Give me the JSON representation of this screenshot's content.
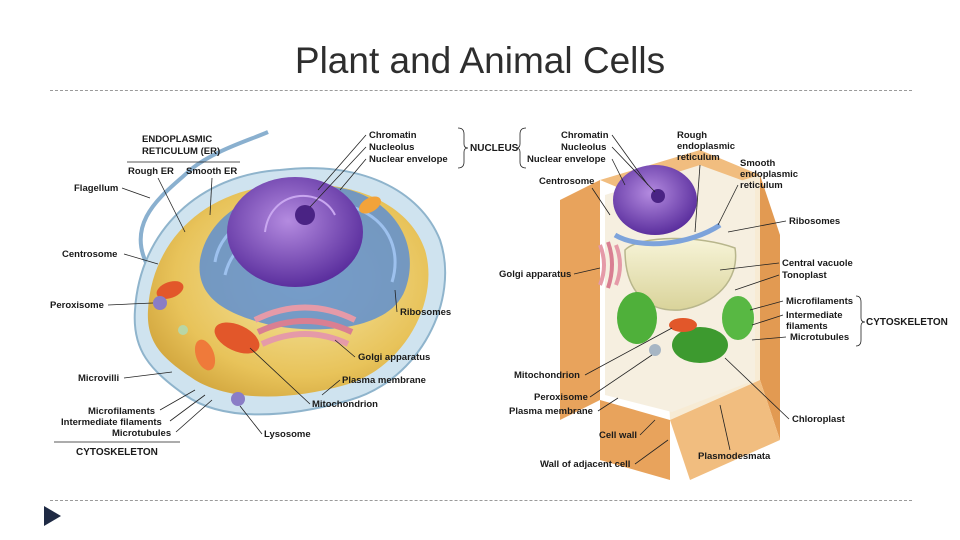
{
  "title": "Plant and Animal Cells",
  "animal": {
    "er_title_1": "ENDOPLASMIC",
    "er_title_2": "RETICULUM (ER)",
    "rough_er": "Rough ER",
    "smooth_er": "Smooth ER",
    "flagellum": "Flagellum",
    "centrosome": "Centrosome",
    "peroxisome": "Peroxisome",
    "microvilli": "Microvilli",
    "microfilaments": "Microfilaments",
    "intermediate_filaments": "Intermediate filaments",
    "microtubules": "Microtubules",
    "cytoskeleton": "CYTOSKELETON",
    "chromatin": "Chromatin",
    "nucleolus": "Nucleolus",
    "nuclear_envelope": "Nuclear envelope",
    "nucleus": "NUCLEUS",
    "ribosomes": "Ribosomes",
    "golgi": "Golgi apparatus",
    "plasma_membrane": "Plasma membrane",
    "mitochondrion": "Mitochondrion",
    "lysosome": "Lysosome"
  },
  "plant": {
    "chromatin": "Chromatin",
    "nucleolus": "Nucleolus",
    "nuclear_envelope": "Nuclear envelope",
    "rough_er_1": "Rough",
    "rough_er_2": "endoplasmic",
    "rough_er_3": "reticulum",
    "smooth_er_1": "Smooth",
    "smooth_er_2": "endoplasmic",
    "smooth_er_3": "reticulum",
    "centrosome": "Centrosome",
    "ribosomes": "Ribosomes",
    "golgi": "Golgi apparatus",
    "central_vacuole": "Central vacuole",
    "tonoplast": "Tonoplast",
    "microfilaments": "Microfilaments",
    "intermediate_1": "Intermediate",
    "intermediate_2": "filaments",
    "microtubules": "Microtubules",
    "cytoskeleton": "CYTOSKELETON",
    "mitochondrion": "Mitochondrion",
    "peroxisome": "Peroxisome",
    "plasma_membrane": "Plasma membrane",
    "chloroplast": "Chloroplast",
    "cell_wall": "Cell wall",
    "plasmodesmata": "Plasmodesmata",
    "wall_adjacent": "Wall of adjacent cell"
  }
}
